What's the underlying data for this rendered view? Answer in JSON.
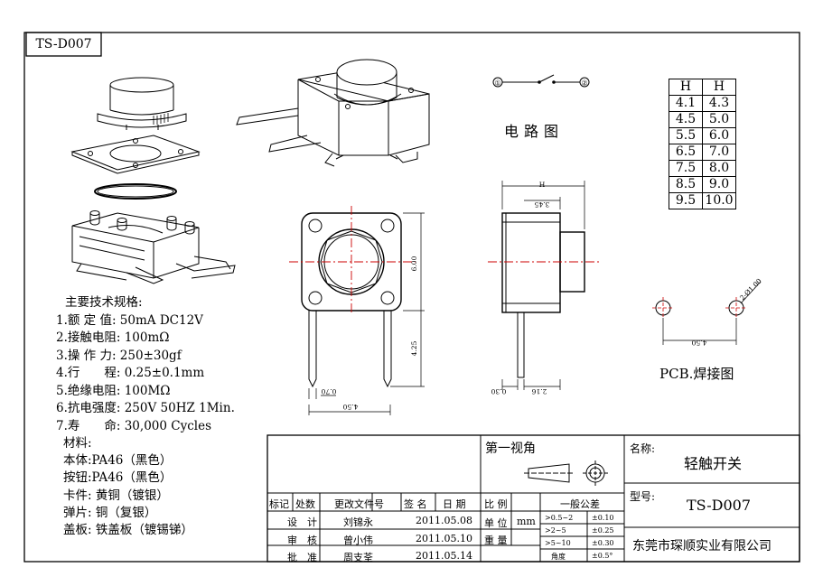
{
  "part_code": "TS-D007",
  "circuit_title": "电路图",
  "circuit_pins": [
    "①",
    "②"
  ],
  "dims": {
    "top_h": "H",
    "top_345": "3.45",
    "front_600": "6.00",
    "front_425": "4.25",
    "front_070": "0.70",
    "front_450": "4.50",
    "side_030": "0.30",
    "side_216": "2.16",
    "pcb_dia": "2-Ø1.00",
    "pcb_450": "4.50"
  },
  "height_table": {
    "headers": [
      "H",
      "H"
    ],
    "rows": [
      [
        "4.1",
        "4.3"
      ],
      [
        "4.5",
        "5.0"
      ],
      [
        "5.5",
        "6.0"
      ],
      [
        "6.5",
        "7.0"
      ],
      [
        "7.5",
        "8.0"
      ],
      [
        "8.5",
        "9.0"
      ],
      [
        "9.5",
        "10.0"
      ]
    ]
  },
  "pcb_title": "PCB.焊接图",
  "specs": {
    "title": "主要技术规格:",
    "items": [
      "1.额 定 值: 50mA DC12V",
      "2.接触电阻: 100mΩ",
      "3.操 作 力: 250±30gf",
      "4.行　　程: 0.25±0.1mm",
      "5.绝缘电阻: 100MΩ",
      "6.抗电强度: 250V 50HZ 1Min.",
      "7.寿　　命: 30,000 Cycles"
    ]
  },
  "materials": {
    "title": "材料:",
    "items": [
      "本体:PA46（黑色）",
      "按钮:PA46（黑色）",
      "卡件: 黄铜（镀银）",
      "弹片: 铜（复银）",
      "盖板: 铁盖板（镀锡锑）"
    ]
  },
  "title_block": {
    "projection": "第一视角",
    "name_label": "名称:",
    "name_value": "轻触开关",
    "model_label": "型号:",
    "model_value": "TS-D007",
    "company": "东莞市琛顺实业有限公司",
    "rev_headers": [
      "标记",
      "处数",
      "更改文件号",
      "签 名",
      "日 期"
    ],
    "scale_label": "比 例",
    "unit_label": "单 位",
    "unit_value": "mm",
    "weight_label": "重 量",
    "tolerance_title": "一般公差",
    "tolerances": [
      [
        ">0.5~2",
        "±0.10"
      ],
      [
        ">2~5",
        "±0.25"
      ],
      [
        ">5~10",
        "±0.30"
      ],
      [
        "角度",
        "±0.5°"
      ]
    ],
    "signoff": [
      {
        "role": "设　计",
        "name": "刘锦永",
        "date": "2011.05.08"
      },
      {
        "role": "审　核",
        "name": "曾小伟",
        "date": "2011.05.10"
      },
      {
        "role": "批　准",
        "name": "周支荃",
        "date": "2011.05.14"
      }
    ]
  }
}
